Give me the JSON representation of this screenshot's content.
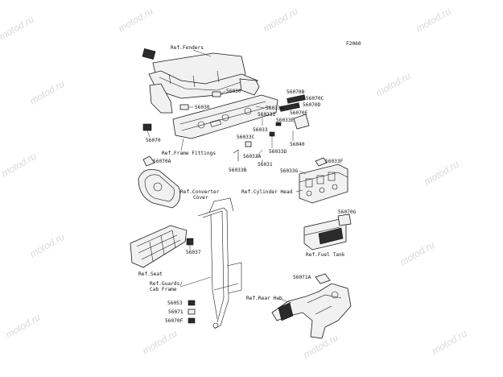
{
  "watermark": "motod.ru",
  "figure_code": "F2060",
  "labels": {
    "ref_fenders": "Ref.Fenders",
    "ref_frame_fittings": "Ref.Frame Fittings",
    "ref_converter_cover_1": "Ref.Converter",
    "ref_converter_cover_2": "Cover",
    "ref_cylinder_head": "Ref.Cylinder Head",
    "ref_seat": "Ref.Seat",
    "ref_fuel_tank": "Ref.Fuel Tank",
    "ref_guards_1": "Ref.Guards/",
    "ref_guards_2": "Cab Frame",
    "ref_rear_hub": "Ref.Rear Hub"
  },
  "parts": {
    "p56030a": "56030",
    "p56030b": "56030",
    "p56070": "56070",
    "p56070b": "56070B",
    "p56070c": "56070C",
    "p56070d": "56070D",
    "p56070e": "56070E",
    "p56033h": "56033H",
    "p56033i": "56033I",
    "p56033e": "56033E",
    "p56033": "56033",
    "p56033c": "56033C",
    "p56033d": "56033D",
    "p56033a": "56033A",
    "p56033b": "56033B",
    "p56031": "56031",
    "p56040": "56040",
    "p56070a": "56070A",
    "p56033g": "56033G",
    "p56033f": "56033F",
    "p56070g": "56070G",
    "p56037": "56037",
    "p56071a": "56071A",
    "p56053": "56053",
    "p56071": "56071",
    "p56070f": "56070F"
  }
}
